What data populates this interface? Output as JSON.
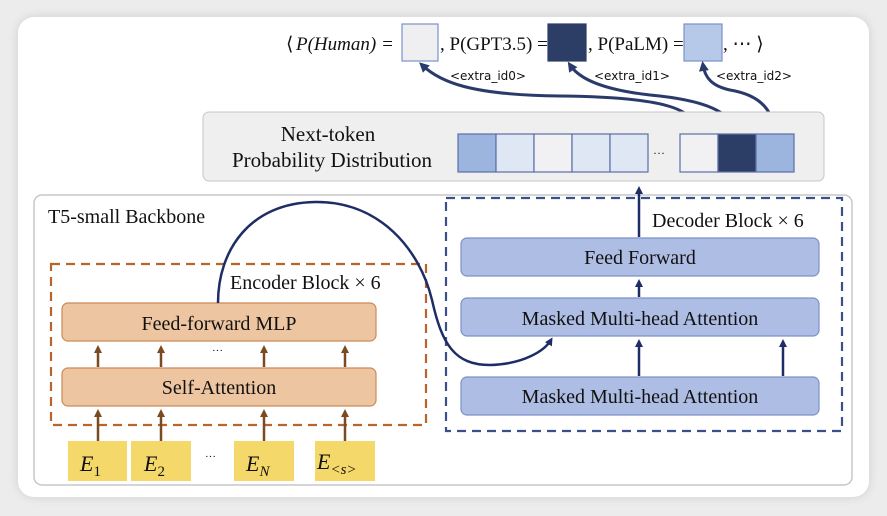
{
  "output_line": {
    "open": "⟨",
    "p_human_label": "P(Human) =",
    "p_gpt_label": ", P(GPT3.5) =",
    "p_palm_label": ", P(PaLM) =",
    "tail": ", ⋯ ⟩",
    "boxes": [
      {
        "name": "human",
        "color": "#efeff1"
      },
      {
        "name": "gpt35",
        "color": "#2c3e66"
      },
      {
        "name": "palm",
        "color": "#b7c9e8"
      }
    ],
    "sentinels": [
      "<extra_id0>",
      "<extra_id1>",
      "<extra_id2>"
    ]
  },
  "distribution": {
    "label_line1": "Next-token",
    "label_line2": "Probability Distribution",
    "ellipsis": "···",
    "cells_left": [
      "#9bb5df",
      "#dfe6f4",
      "#f1f1f3",
      "#dfe6f4",
      "#dfe6f4"
    ],
    "cells_right": [
      "#f1f1f3",
      "#2c3e66",
      "#9bb5df"
    ]
  },
  "backbone": {
    "title": "T5-small Backbone"
  },
  "encoder": {
    "title": "Encoder Block × 6",
    "ffn_label": "Feed-forward MLP",
    "attn_label": "Self-Attention",
    "ellipsis": "···",
    "inputs": [
      {
        "base": "E",
        "sub": "1"
      },
      {
        "base": "E",
        "sub": "2"
      },
      {
        "base": "E",
        "sub": "N"
      },
      {
        "base": "E",
        "sub": "<s>"
      }
    ],
    "inputs_ellipsis": "···"
  },
  "decoder": {
    "title": "Decoder Block × 6",
    "ffn_label": "Feed Forward",
    "cross_attn_label": "Masked Multi-head Attention",
    "self_attn_label": "Masked Multi-head Attention"
  },
  "colors": {
    "encoder_block": "#eec5a1",
    "encoder_border": "#c98a59",
    "encoder_dash": "#b8642a",
    "encoder_arrow": "#7a4a22",
    "decoder_block": "#aebde3",
    "decoder_border": "#7d91c8",
    "decoder_dash": "#3b4f8c",
    "navy_arrow": "#1f2d66",
    "input_fill": "#f5d86a",
    "panel_fill": "#efefef",
    "panel_border": "#c7c7c7"
  }
}
